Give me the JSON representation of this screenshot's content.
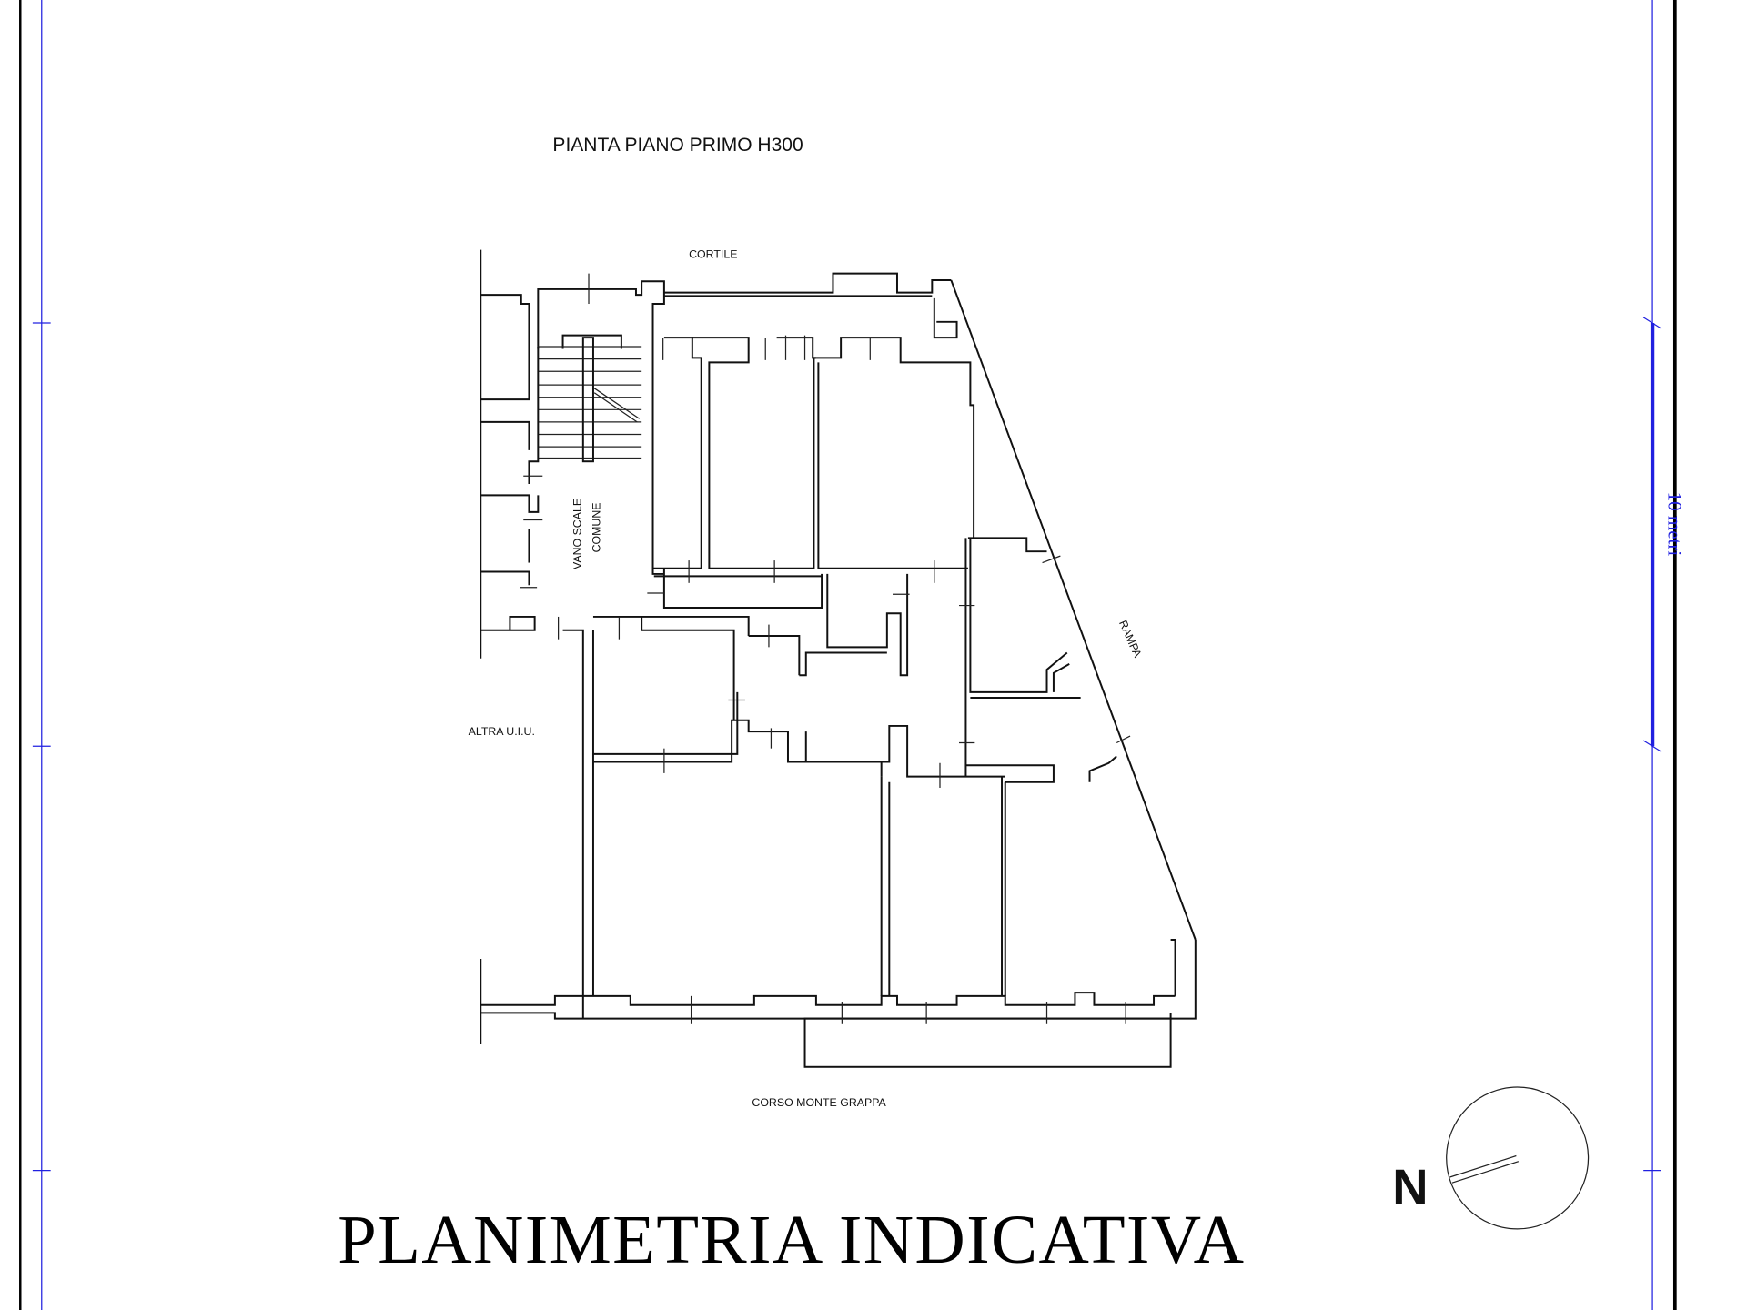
{
  "sheet": {
    "plan_title": "PIANTA PIANO PRIMO H300",
    "main_title": "PLANIMETRIA INDICATIVA",
    "labels": {
      "courtyard": "CORTILE",
      "stairwell_line1": "VANO SCALE",
      "stairwell_line2": "COMUNE",
      "other_unit": "ALTRA U.I.U.",
      "ramp": "RAMPA",
      "street": "CORSO MONTE GRAPPA"
    },
    "north_label": "N",
    "scale_bar_label": "10 metri"
  },
  "colors": {
    "ink": "#111111",
    "scale_blue": "#2020e0",
    "frame": "#000000"
  }
}
